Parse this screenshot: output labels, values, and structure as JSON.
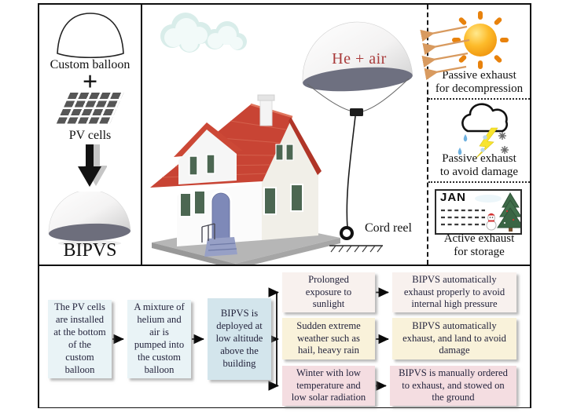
{
  "figure_type": "BIPVS concept diagram",
  "left_panel": {
    "balloon_caption": "Custom balloon",
    "plus_sign": "+",
    "pv_caption": "PV cells",
    "result_caption": "BIPVS"
  },
  "scene": {
    "balloon_gas_label": "He + air",
    "cord_reel_label": "Cord reel"
  },
  "conditions": [
    {
      "icon": "sun-icon",
      "caption": "Passive exhaust\nfor decompression"
    },
    {
      "icon": "storm-cloud-icon",
      "caption": "Passive exhaust\nto avoid damage"
    },
    {
      "icon": "calendar-icon",
      "calendar_month": "JAN",
      "caption": "Active exhaust\nfor storage"
    }
  ],
  "flowchart": {
    "steps": [
      {
        "text": "The PV cells\nare installed\nat the bottom\nof the\ncustom\nballoon",
        "bg": "#e9f3f6"
      },
      {
        "text": "A mixture of\nhelium and\nair is\npumped into\nthe custom\nballoon",
        "bg": "#e9f3f6"
      },
      {
        "text": "BIPVS is\ndeployed at\nlow altitude\nabove the\nbuilding",
        "bg": "#d3e5ec"
      }
    ],
    "branch_rows": [
      {
        "condition": "Prolonged\nexposure to\nsunlight",
        "outcome": "BIPVS automatically\nexhaust properly to avoid\ninternal high pressure",
        "bg": "#f8f1ee"
      },
      {
        "condition": "Sudden extreme\nweather such as\nhail, heavy rain",
        "outcome": "BIPVS automatically\nexhaust, and land to avoid\ndamage",
        "bg": "#f9f2da"
      },
      {
        "condition": "Winter with low\ntemperature and\nlow solar radiation",
        "outcome": "BIPVS is manually ordered\nto exhaust, and stowed on\nthe ground",
        "bg": "#f4dde1"
      }
    ]
  },
  "colors": {
    "step_box_blue": "#e9f3f6",
    "deploy_box_blue": "#d3e5ec",
    "sun_row_pink": "#f8f1ee",
    "weather_row_yellow": "#f9f2da",
    "winter_row_pink": "#f4dde1",
    "balloon_underside": "#6e7080",
    "roof_red": "#c84434",
    "gas_label_red": "#a93b3b",
    "sun_orange": "#f29b13",
    "radiation_arrow_orange": "#d89a5f",
    "shutter_green": "#4c6752",
    "door_blue": "#7e89b8"
  }
}
